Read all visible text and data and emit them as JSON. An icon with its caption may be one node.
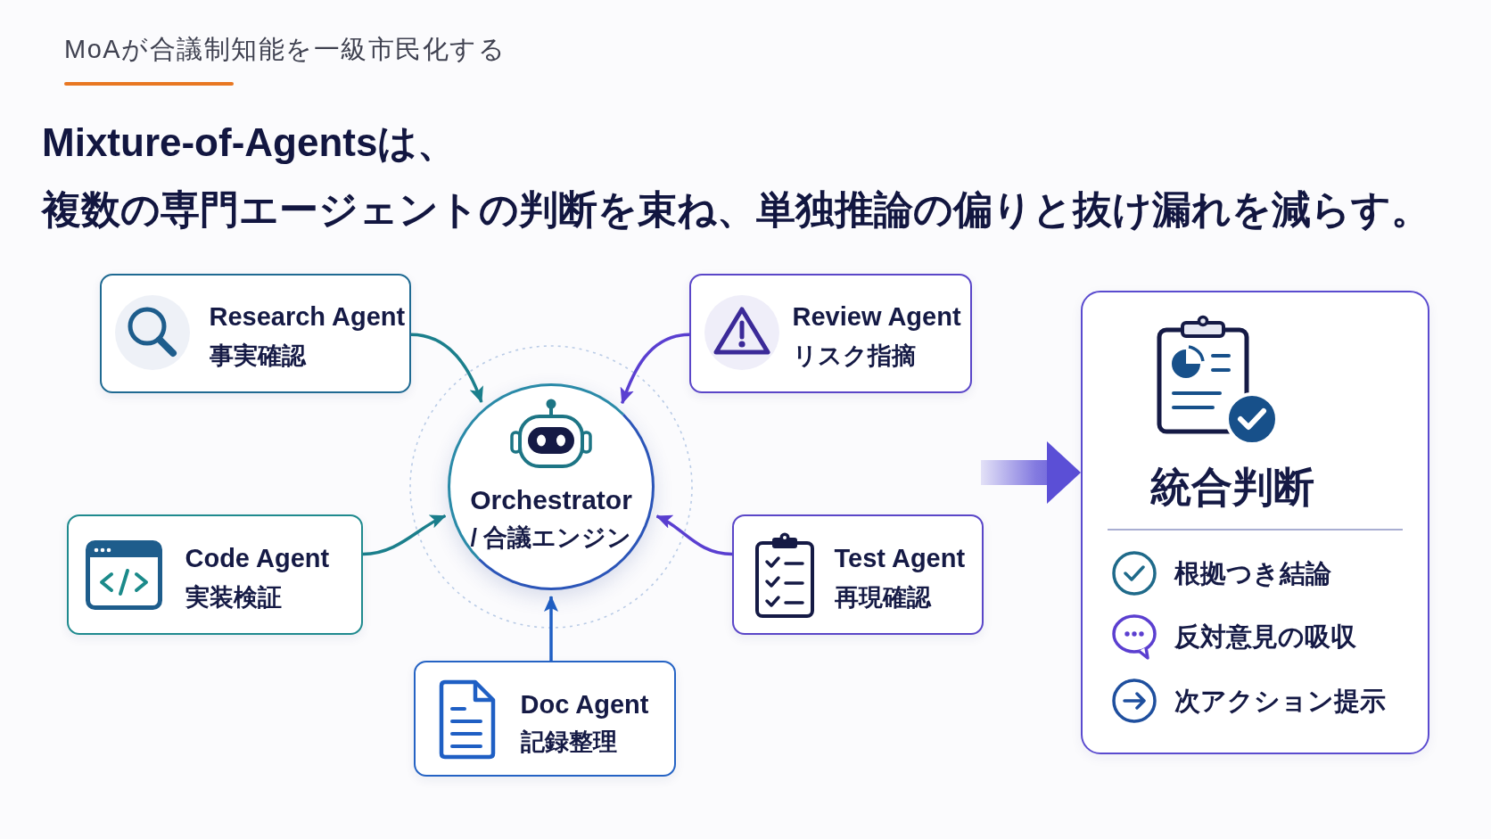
{
  "diagram": {
    "title": "Mixture-of-Agentsは、複数の専門エージェントの判断を束ね、単独推論の偏りと抜け漏れを減らす。",
    "nodes": [
      {
        "text": [
          "Research Agent",
          "事実確認"
        ]
      },
      {
        "text": [
          "Review Agent",
          "リスク指摘"
        ]
      },
      {
        "text": [
          "Orchestrator",
          "/ 合議エンジン"
        ]
      },
      {
        "text": [
          "Code Agent",
          "実装検証"
        ]
      },
      {
        "text": [
          "Test Agent",
          "再現確認"
        ]
      },
      {
        "text": [
          "Doc Agent",
          "記録整理"
        ]
      },
      {
        "text": [
          "統合判断",
          "根拠つき結論",
          "反対意見の吸収",
          "次アクション提示"
        ]
      }
    ],
    "edges": [
      {
        "from": 0,
        "to": 2,
        "arrow": "to",
        "color": "#1b7f8c"
      },
      {
        "from": 1,
        "to": 2,
        "arrow": "to",
        "color": "#5a3fd1"
      },
      {
        "from": 3,
        "to": 2,
        "arrow": "to",
        "color": "#1b7f8c"
      },
      {
        "from": 4,
        "to": 2,
        "arrow": "to",
        "color": "#5a3fd1"
      },
      {
        "from": 5,
        "to": 2,
        "arrow": "to",
        "color": "#1f5fc4"
      },
      {
        "from": null,
        "to": 6,
        "arrow": "to",
        "style": "thick",
        "color": "#5b4fd6"
      }
    ],
    "labels": [
      "MoAが合議制知能を一級市民化する"
    ]
  }
}
